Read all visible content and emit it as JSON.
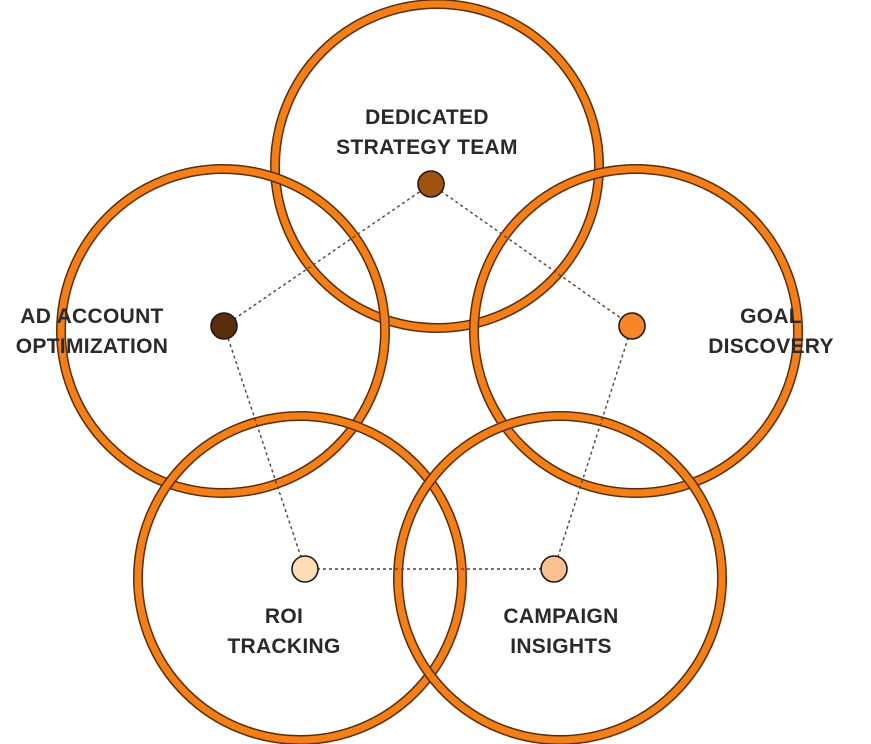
{
  "nodes": [
    {
      "id": "dedicated-strategy-team",
      "lines": [
        "DEDICATED",
        "STRATEGY TEAM"
      ],
      "dot_color": "#a0520f"
    },
    {
      "id": "goal-discovery",
      "lines": [
        "GOAL",
        "DISCOVERY"
      ],
      "dot_color": "#f7852a"
    },
    {
      "id": "campaign-insights",
      "lines": [
        "CAMPAIGN",
        "INSIGHTS"
      ],
      "dot_color": "#fbc08f"
    },
    {
      "id": "roi-tracking",
      "lines": [
        "ROI",
        "TRACKING"
      ],
      "dot_color": "#fddcb8"
    },
    {
      "id": "ad-account-optimization",
      "lines": [
        "AD ACCOUNT",
        "OPTIMIZATION"
      ],
      "dot_color": "#5a2d0c"
    }
  ],
  "colors": {
    "ring": "#f57f17",
    "ring_outline": "#5a2d0c",
    "text": "#2a2a2a"
  }
}
